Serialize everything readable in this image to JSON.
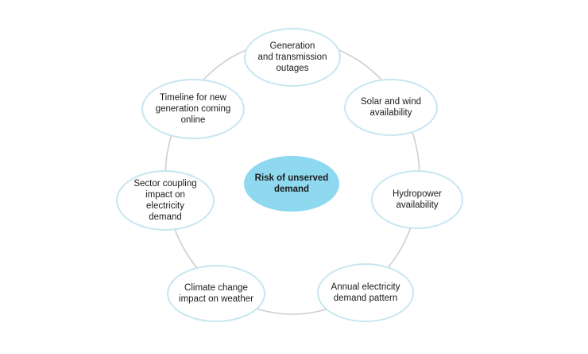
{
  "diagram": {
    "center": {
      "label": "Risk of unserved\ndemand",
      "color": "#8ed8f0"
    },
    "ring_color": "#cfcfcf",
    "node_border_color": "#c7e6f1",
    "nodes": [
      {
        "label": "Generation\nand transmission\noutages"
      },
      {
        "label": "Solar and wind\navailability"
      },
      {
        "label": "Hydropower\navailability"
      },
      {
        "label": "Annual electricity\ndemand pattern"
      },
      {
        "label": "Climate change\nimpact on weather"
      },
      {
        "label": "Sector coupling\nimpact on electricity\ndemand"
      },
      {
        "label": "Timeline for new\ngeneration coming\nonline"
      }
    ]
  }
}
